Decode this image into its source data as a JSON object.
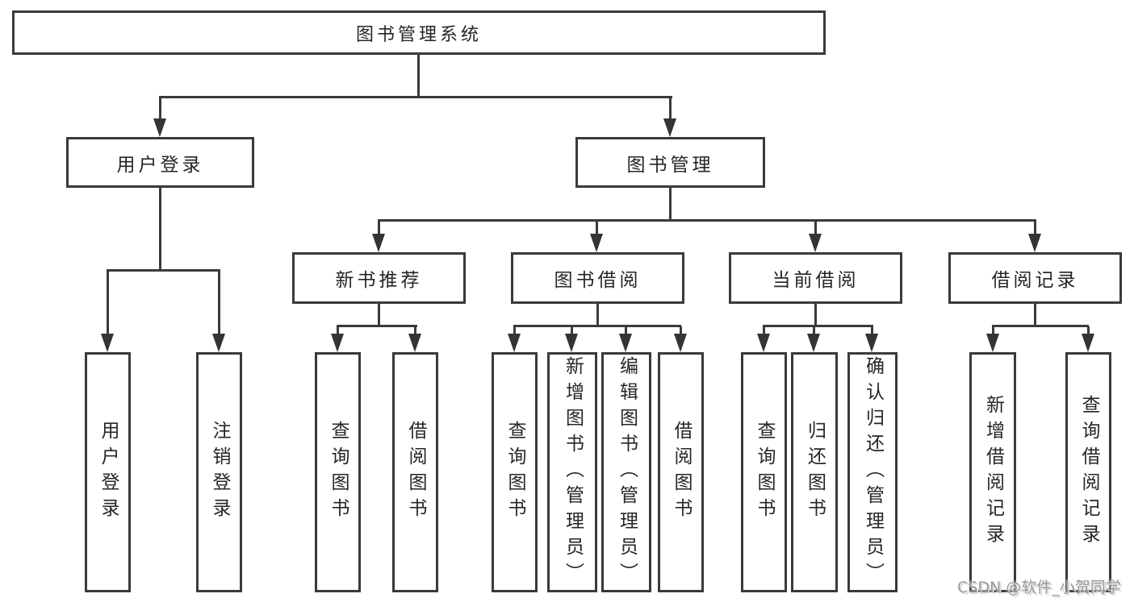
{
  "diagram_title": "图书管理系统",
  "nodes": {
    "root": "图书管理系统",
    "level2": {
      "user_login": "用户登录",
      "book_mgmt": "图书管理"
    },
    "level3": {
      "new_book_rec": "新书推荐",
      "book_borrow": "图书借阅",
      "current_borrow": "当前借阅",
      "borrow_records": "借阅记录"
    },
    "leaves": {
      "user_login": "用户登录",
      "logout": "注销登录",
      "query_book_a": "查询图书",
      "borrow_book_a": "借阅图书",
      "query_book_b": "查询图书",
      "add_book": "新增图书（管理员）",
      "edit_book": "编辑图书（管理员）",
      "borrow_book_b": "借阅图书",
      "query_book_c": "查询图书",
      "return_book": "归还图书",
      "confirm_return": "确认归还（管理员）",
      "add_borrow_record": "新增借阅记录",
      "query_borrow_record": "查询借阅记录"
    }
  },
  "watermark": "CSDN @软件_小贺同学",
  "colors": {
    "line": "#3a3a3a",
    "text": "#262626",
    "background": "#ffffff",
    "watermark": "#9a9a9a"
  }
}
